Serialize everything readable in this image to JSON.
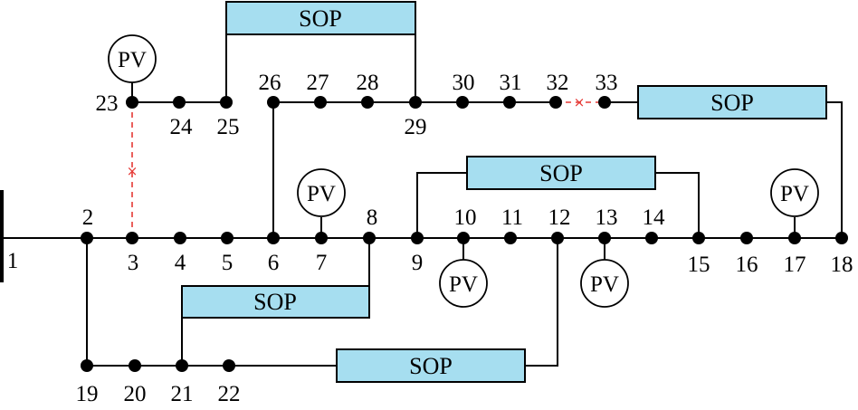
{
  "colors": {
    "sop_fill": "#a6def0",
    "tie_switch": "#e53935",
    "line": "#000000"
  },
  "sop_label": "SOP",
  "pv_label": "PV",
  "open_switch_symbol": "×",
  "node_labels": {
    "n1": "1",
    "n2": "2",
    "n3": "3",
    "n4": "4",
    "n5": "5",
    "n6": "6",
    "n7": "7",
    "n8": "8",
    "n9": "9",
    "n10": "10",
    "n11": "11",
    "n12": "12",
    "n13": "13",
    "n14": "14",
    "n15": "15",
    "n16": "16",
    "n17": "17",
    "n18": "18",
    "n19": "19",
    "n20": "20",
    "n21": "21",
    "n22": "22",
    "n23": "23",
    "n24": "24",
    "n25": "25",
    "n26": "26",
    "n27": "27",
    "n28": "28",
    "n29": "29",
    "n30": "30",
    "n31": "31",
    "n32": "32",
    "n33": "33"
  }
}
